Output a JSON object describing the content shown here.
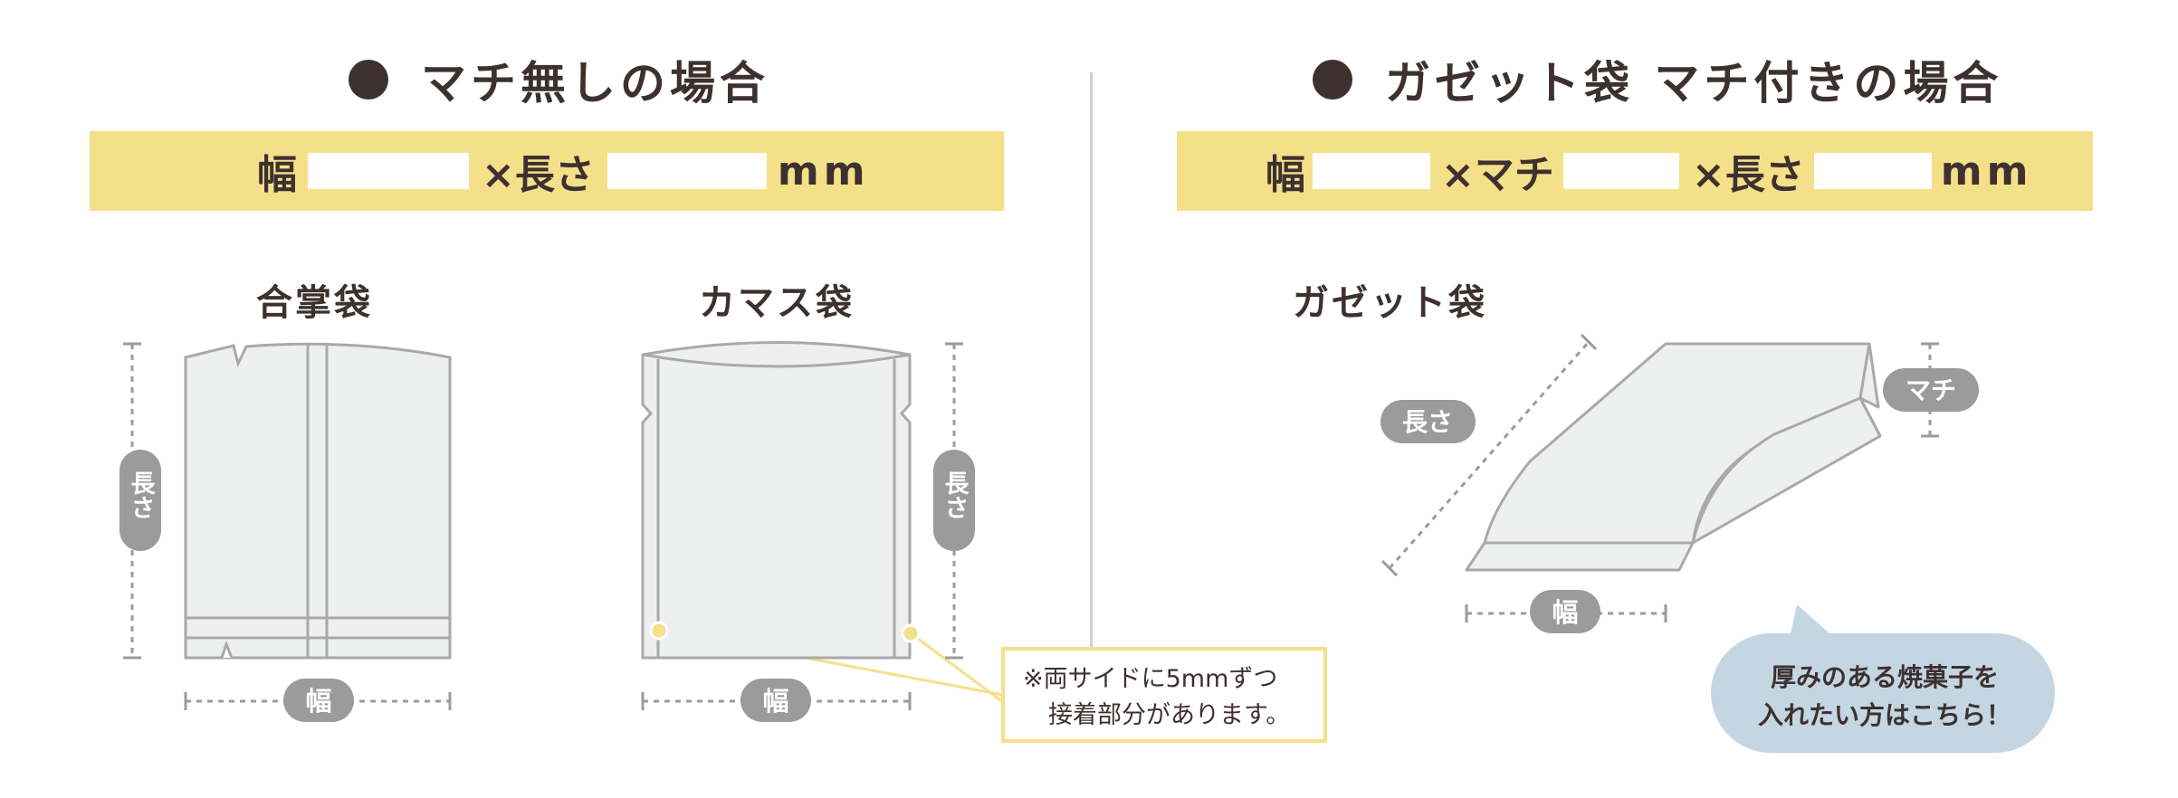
{
  "left": {
    "heading": "マチ無しの場合",
    "bar": {
      "label_width": "幅",
      "label_length": "×長さ",
      "unit": "mm"
    },
    "gassho": {
      "title": "合掌袋",
      "length_label": "長さ",
      "width_label": "幅"
    },
    "kamasu": {
      "title": "カマス袋",
      "length_label": "長さ",
      "width_label": "幅"
    },
    "note": {
      "line1": "※両サイドに5mmずつ",
      "line2": "接着部分があります。"
    }
  },
  "right": {
    "heading": "ガゼット袋 マチ付きの場合",
    "bar": {
      "label_width": "幅",
      "label_gusset": "×マチ",
      "label_length": "×長さ",
      "unit": "mm"
    },
    "gazette": {
      "title": "ガゼット袋",
      "length_label": "長さ",
      "gusset_label": "マチ",
      "width_label": "幅"
    },
    "bubble": {
      "line1": "厚みのある焼菓子を",
      "line2": "入れたい方はこちら！"
    }
  },
  "colors": {
    "accent_yellow": "#f5e08a",
    "pill_gray": "#9b9b9b",
    "bubble_blue": "#c3d6e2",
    "text": "#3d3130"
  }
}
